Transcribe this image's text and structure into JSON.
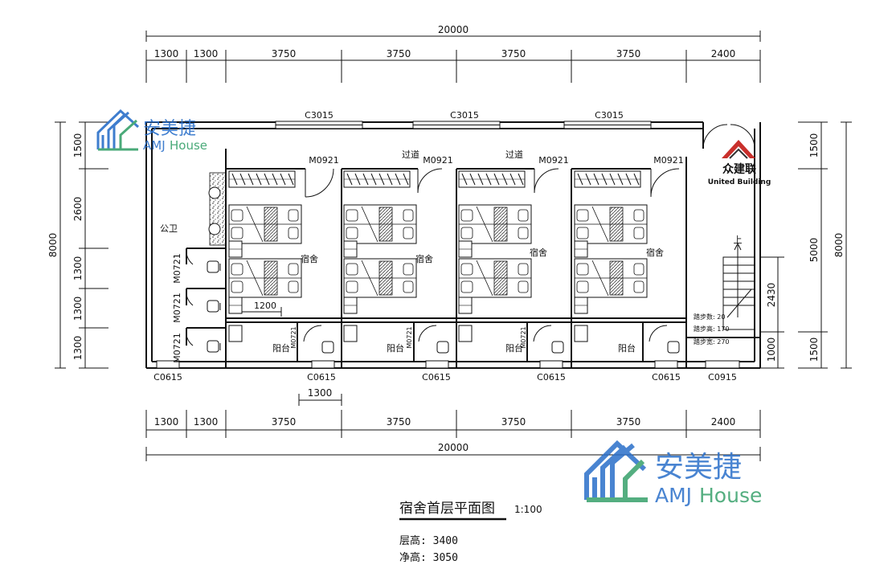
{
  "top_dims": {
    "total": "20000",
    "segments": [
      "1300",
      "1300",
      "3750",
      "3750",
      "3750",
      "3750",
      "2400"
    ]
  },
  "bottom_dims": {
    "total": "20000",
    "segments": [
      "1300",
      "1300",
      "3750",
      "3750",
      "3750",
      "3750",
      "2400"
    ],
    "extra": "1300"
  },
  "left_dims": {
    "total": "8000",
    "segments": [
      "1500",
      "2600",
      "1300",
      "1300",
      "1300"
    ]
  },
  "right_dims": {
    "total": "8000",
    "outer": [
      "1500",
      "5000",
      "1500"
    ],
    "inner": [
      "2430",
      "1000"
    ]
  },
  "windows_top": [
    "C3015",
    "C3015",
    "C3015"
  ],
  "windows_bottom": [
    "C0615",
    "C0615",
    "C0615",
    "C0615",
    "C0615",
    "C0915"
  ],
  "doors": [
    "M0921",
    "M0921",
    "M0921",
    "M0921"
  ],
  "corridor_labels": [
    "过道",
    "过道"
  ],
  "toilet_doors": [
    "M0721",
    "M0721",
    "M0721"
  ],
  "balcony_doors": [
    "M0721",
    "M0721",
    "M0721"
  ],
  "rooms": {
    "public_toilet": "公卫",
    "dorm": "宿舍",
    "balcony": "阳台"
  },
  "dim_1200": "1200",
  "stair": {
    "up": "上",
    "steps": "踏步数: 20",
    "height": "踏步高: 170",
    "width": "踏步宽: 270"
  },
  "title": {
    "name": "宿舍首层平面图",
    "scale": "1:100"
  },
  "notes": {
    "floor_height": "层高: 3400",
    "clear_height": "净高: 3050"
  },
  "logos": {
    "amj_cn": "安美捷",
    "amj_en_a": "AMJ",
    "amj_en_b": "House",
    "ub_cn": "众建联",
    "ub_en": "United Building"
  },
  "colors": {
    "amj_blue": "#2a6fc9",
    "amj_green": "#37a16b",
    "ub_red": "#c9302c"
  }
}
